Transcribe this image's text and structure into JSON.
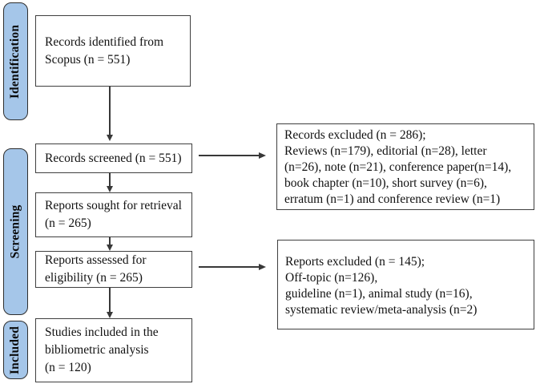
{
  "diagram_type": "prisma-flow-diagram",
  "colors": {
    "stage_fill": "#a5c6e9",
    "stage_border": "#2e2e2e",
    "box_border": "#3f3f3f",
    "arrow": "#383838",
    "background": "#ffffff",
    "text": "#111111"
  },
  "stages": {
    "identification": "Identification",
    "screening": "Screening",
    "included": "Included"
  },
  "boxes": {
    "identified": {
      "lines": [
        "Records identified from",
        "Scopus (n = 551)"
      ]
    },
    "screened": {
      "lines": [
        "Records screened (n = 551)"
      ]
    },
    "sought": {
      "lines": [
        "Reports sought for retrieval",
        "(n = 265)"
      ]
    },
    "assessed": {
      "lines": [
        "Reports assessed for",
        "eligibility (n = 265)"
      ]
    },
    "included_studies": {
      "lines": [
        "Studies included in the",
        "bibliometric analysis",
        "(n = 120)"
      ]
    },
    "records_excluded": {
      "lines": [
        "Records excluded (n = 286);",
        "Reviews (n=179), editorial (n=28), letter",
        "(n=26), note (n=21), conference paper(n=14),",
        "book chapter (n=10), short survey (n=6),",
        "erratum (n=1) and conference review (n=1)"
      ]
    },
    "reports_excluded": {
      "lines": [
        "Reports excluded (n = 145);",
        "Off-topic (n=126),",
        "guideline (n=1), animal study (n=16),",
        "systematic review/meta-analysis (n=2)"
      ]
    }
  }
}
